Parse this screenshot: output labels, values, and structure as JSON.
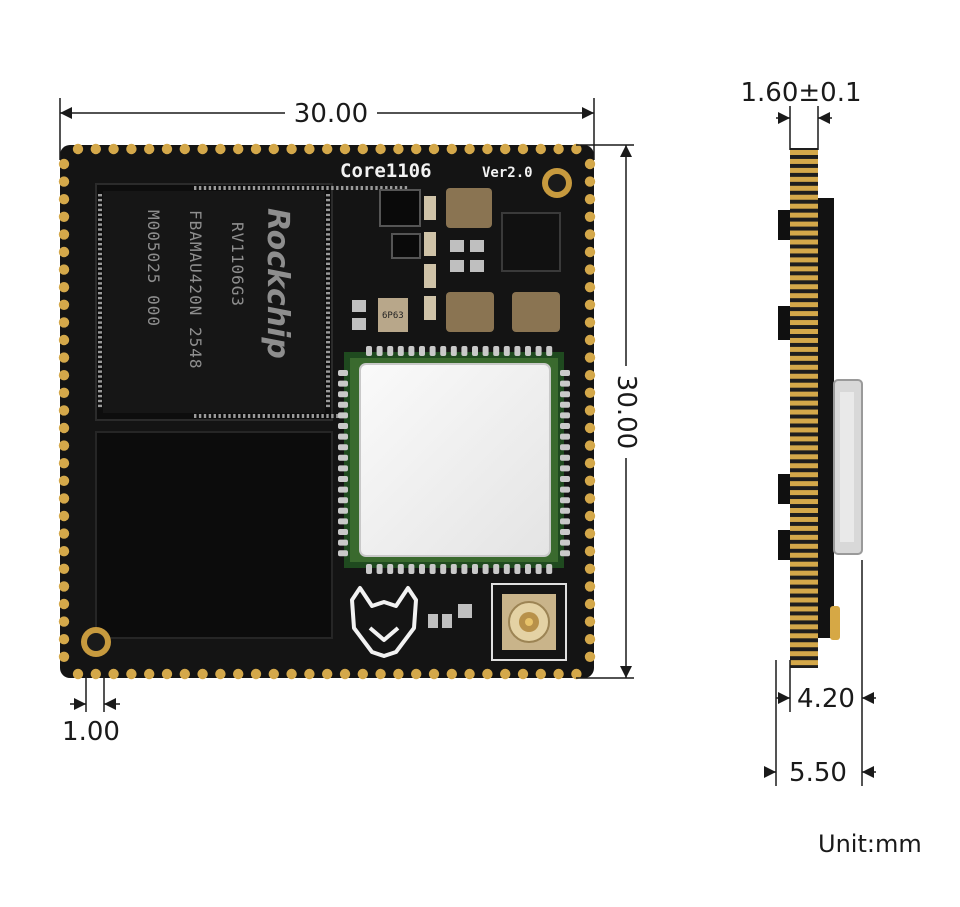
{
  "dimensions": {
    "board_width": "30.00",
    "board_height": "30.00",
    "pad_pitch": "1.00",
    "pcb_thickness": "1.60±0.1",
    "component_height": "4.20",
    "total_height": "5.50"
  },
  "unit_label": "Unit:mm",
  "silkscreen": {
    "board_name": "Core1106",
    "version": "Ver2.0"
  },
  "soc": {
    "brand": "Rockchip",
    "lines": [
      "RV1106G3",
      "FBAMAU420N 2548",
      "M005025 000"
    ]
  },
  "small_part_marking": "6P63",
  "colors": {
    "pcb": "#141414",
    "gold": "#d4a84a",
    "shield": "#f1f1f1",
    "dim_line": "#1a1a1a"
  }
}
